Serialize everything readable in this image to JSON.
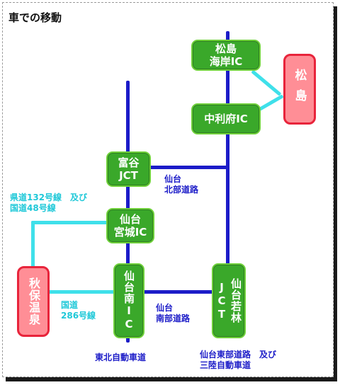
{
  "title": "車での移動",
  "destinations": {
    "matsushima": "松島",
    "akiu": "秋保温泉"
  },
  "nodes": {
    "matsushima_kaigan_ic": [
      "松島",
      "海岸IC"
    ],
    "rifu_ic": "中利府IC",
    "tomiya_jct": [
      "富谷",
      "JCT"
    ],
    "sendai_miyagi_ic": [
      "仙台",
      "宮城IC"
    ],
    "sendai_minami_ic": "仙台南IC",
    "sendai_wakabayashi_jct": "仙台若林JCT"
  },
  "labels": {
    "sendai_hokubu": [
      "仙台",
      "北部道路"
    ],
    "prefectural_road": [
      "県道132号線　及び",
      "国道48号線"
    ],
    "route_286": [
      "国道",
      "286号線"
    ],
    "sendai_nanbu": [
      "仙台",
      "南部道路"
    ],
    "tohoku_expressway": "東北自動車道",
    "sendai_tobu": [
      "仙台東部道路　及び",
      "三陸自動車道"
    ]
  },
  "colors": {
    "expressway": "#1c1cc8",
    "local_road": "#3fe0ea",
    "interchange_fill": "#3aa82a",
    "destination_fill": "#ff8e96",
    "destination_border": "#e8243b"
  }
}
